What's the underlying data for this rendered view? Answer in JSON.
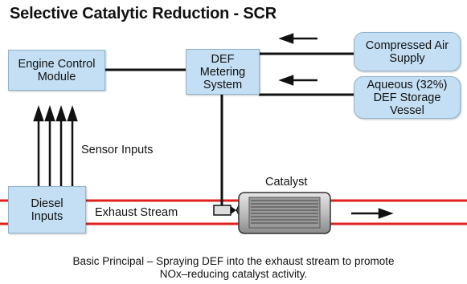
{
  "title": "Selective Catalytic Reduction - SCR",
  "nodes": {
    "ecm": "Engine Control\nModule",
    "def_metering": "DEF\nMetering\nSystem",
    "compressed_air": "Compressed Air\nSupply",
    "def_vessel": "Aqueous (32%)\nDEF Storage\nVessel",
    "diesel_inputs": "Diesel\nInputs"
  },
  "labels": {
    "sensor_inputs": "Sensor Inputs",
    "catalyst": "Catalyst",
    "exhaust_stream": "Exhaust Stream"
  },
  "caption": {
    "line1": "Basic Principal – Spraying DEF into the exhaust stream to promote",
    "line2": "NOx–reducing catalyst activity."
  },
  "colors": {
    "box_fill": "#c4dff3",
    "exhaust_line": "#e0201b"
  }
}
